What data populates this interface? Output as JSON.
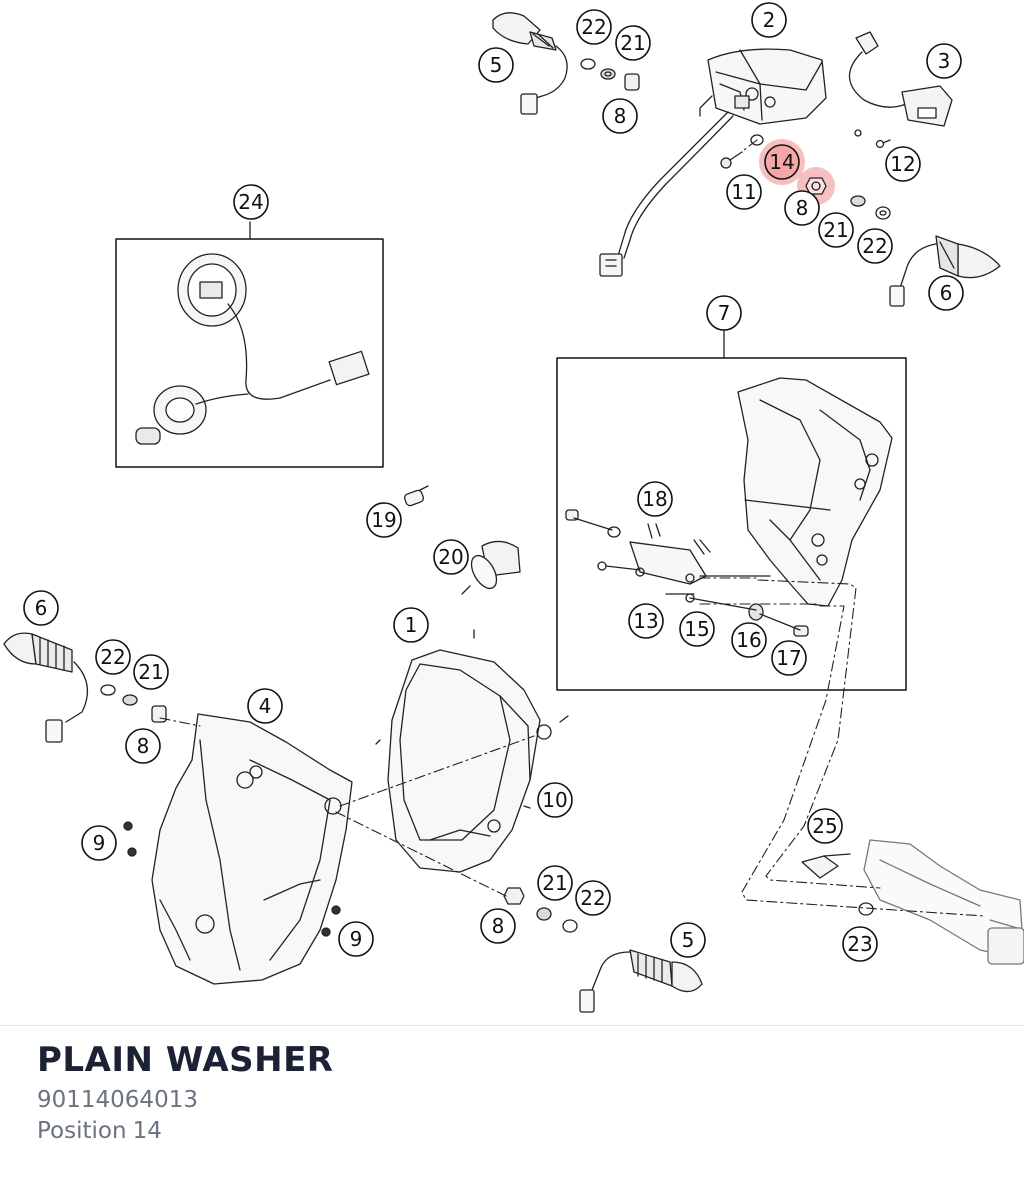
{
  "selected_part": {
    "name": "PLAIN WASHER",
    "number": "90114064013",
    "position_label": "Position",
    "position": "14",
    "highlight_color": "#e8474a"
  },
  "callouts": [
    {
      "id": "c-1",
      "label": "1"
    },
    {
      "id": "c-2",
      "label": "2"
    },
    {
      "id": "c-3",
      "label": "3"
    },
    {
      "id": "c-4",
      "label": "4"
    },
    {
      "id": "c-5a",
      "label": "5"
    },
    {
      "id": "c-5b",
      "label": "5"
    },
    {
      "id": "c-6a",
      "label": "6"
    },
    {
      "id": "c-6b",
      "label": "6"
    },
    {
      "id": "c-7",
      "label": "7"
    },
    {
      "id": "c-8a",
      "label": "8"
    },
    {
      "id": "c-8b",
      "label": "8"
    },
    {
      "id": "c-8c",
      "label": "8"
    },
    {
      "id": "c-8d",
      "label": "8"
    },
    {
      "id": "c-9a",
      "label": "9"
    },
    {
      "id": "c-9b",
      "label": "9"
    },
    {
      "id": "c-10",
      "label": "10"
    },
    {
      "id": "c-11",
      "label": "11"
    },
    {
      "id": "c-12",
      "label": "12"
    },
    {
      "id": "c-13",
      "label": "13"
    },
    {
      "id": "c-14",
      "label": "14"
    },
    {
      "id": "c-15",
      "label": "15"
    },
    {
      "id": "c-16",
      "label": "16"
    },
    {
      "id": "c-17",
      "label": "17"
    },
    {
      "id": "c-18",
      "label": "18"
    },
    {
      "id": "c-19",
      "label": "19"
    },
    {
      "id": "c-20",
      "label": "20"
    },
    {
      "id": "c-21a",
      "label": "21"
    },
    {
      "id": "c-21b",
      "label": "21"
    },
    {
      "id": "c-21c",
      "label": "21"
    },
    {
      "id": "c-21d",
      "label": "21"
    },
    {
      "id": "c-22a",
      "label": "22"
    },
    {
      "id": "c-22b",
      "label": "22"
    },
    {
      "id": "c-22c",
      "label": "22"
    },
    {
      "id": "c-22d",
      "label": "22"
    },
    {
      "id": "c-23",
      "label": "23"
    },
    {
      "id": "c-24",
      "label": "24"
    },
    {
      "id": "c-25",
      "label": "25"
    }
  ]
}
